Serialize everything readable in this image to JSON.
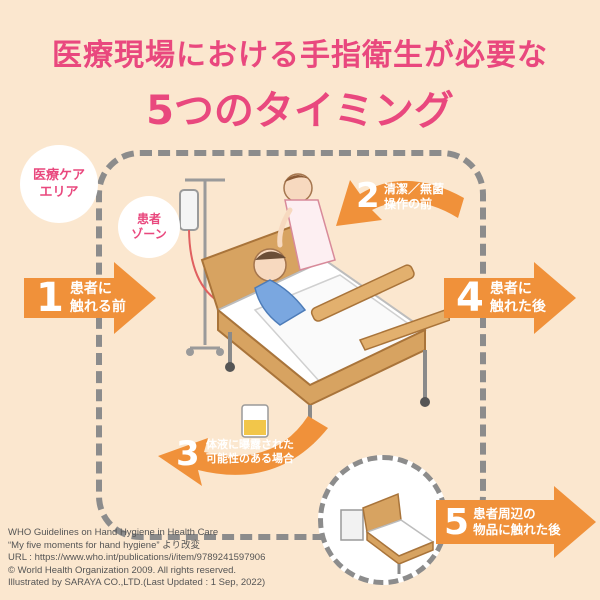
{
  "title": {
    "line1": "医療現場における手指衛生が必要な",
    "line2": "5つのタイミング"
  },
  "badges": {
    "care_area_line1": "医療ケア",
    "care_area_line2": "エリア",
    "patient_zone_line1": "患者",
    "patient_zone_line2": "ゾーン"
  },
  "moments": [
    {
      "num": "1",
      "line1": "患者に",
      "line2": "触れる前"
    },
    {
      "num": "2",
      "line1": "清潔／無菌",
      "line2": "操作の前"
    },
    {
      "num": "3",
      "line1": "体液に曝露された",
      "line2": "可能性のある場合"
    },
    {
      "num": "4",
      "line1": "患者に",
      "line2": "触れた後"
    },
    {
      "num": "5",
      "line1": "患者周辺の",
      "line2": "物品に触れた後"
    }
  ],
  "credits": [
    "WHO Guidelines on Hand Hygiene in Health Care",
    "“My five moments for hand hygiene” より改変",
    "URL : https://www.who.int/publications/i/item/9789241597906",
    "© World Health Organization 2009. All rights reserved.",
    "Illustrated by SARAYA CO.,LTD.(Last Updated : 1 Sep, 2022)"
  ],
  "colors": {
    "accent_pink": "#e9487e",
    "arrow_orange": "#f0913a",
    "background": "#fbe7cf",
    "dashed_gray": "#8c8c8c",
    "bed_wood": "#d7a361"
  }
}
